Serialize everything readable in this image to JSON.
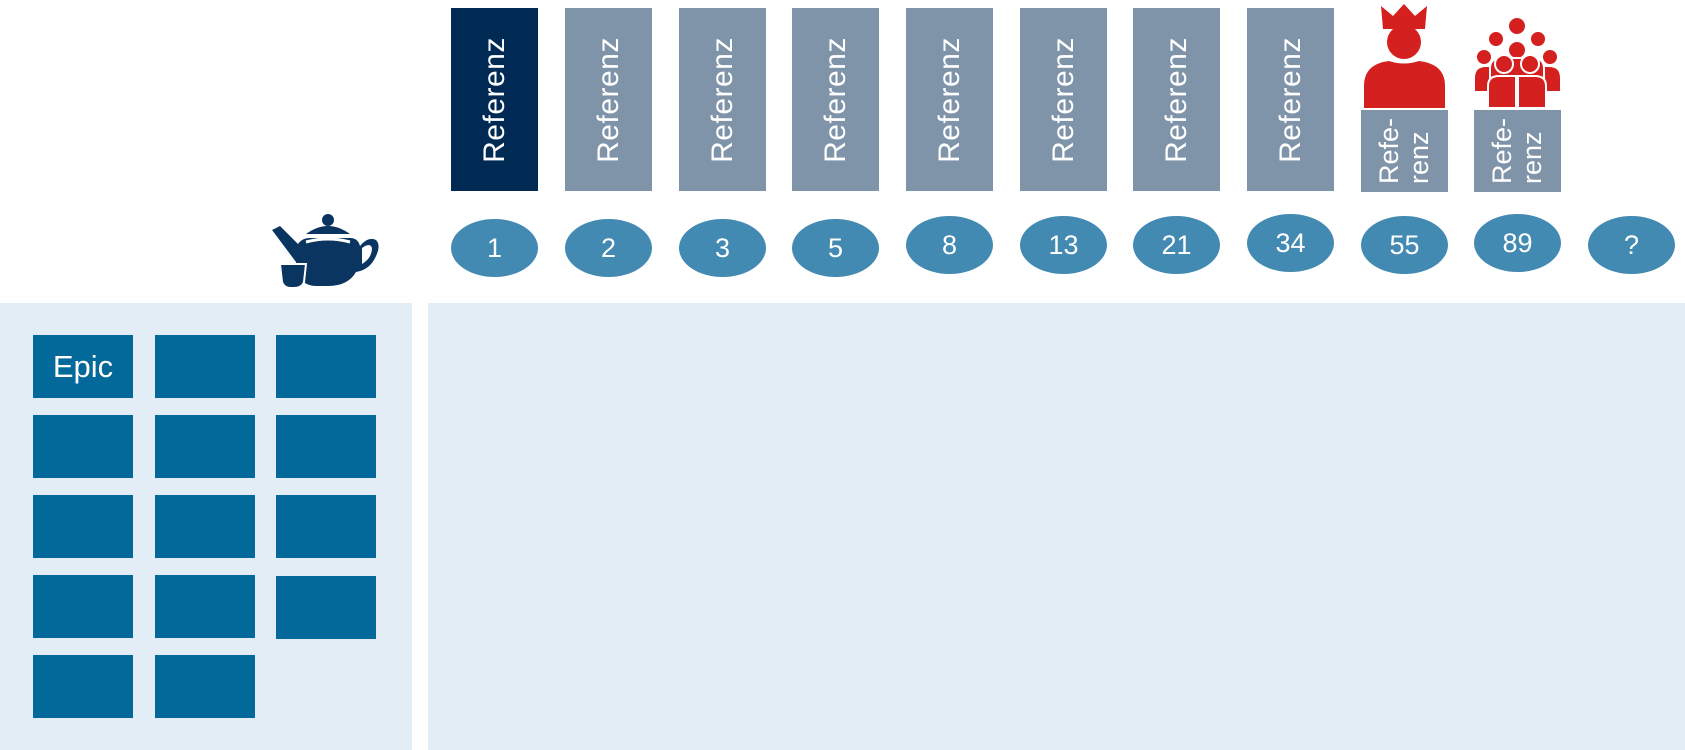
{
  "colors": {
    "reference_active": "#002a54",
    "reference_default": "#7f94a9",
    "estimate_bubble": "#428ab1",
    "epic_card": "#02699a",
    "panel_background": "#e2edf6",
    "role_icon": "#d4201f",
    "teapot_icon": "#0b3561"
  },
  "header": {
    "break_icon": "teapot-icon",
    "reference_cards": [
      {
        "label": "Referenz",
        "active": true
      },
      {
        "label": "Referenz",
        "active": false
      },
      {
        "label": "Referenz",
        "active": false
      },
      {
        "label": "Referenz",
        "active": false
      },
      {
        "label": "Referenz",
        "active": false
      },
      {
        "label": "Referenz",
        "active": false
      },
      {
        "label": "Referenz",
        "active": false
      },
      {
        "label": "Referenz",
        "active": false
      },
      {
        "label": "Refe-\nrenz",
        "icon": "product-owner-crown-icon"
      },
      {
        "label": "Refe-\nrenz",
        "icon": "team-group-icon"
      }
    ],
    "estimates": [
      "1",
      "2",
      "3",
      "5",
      "8",
      "13",
      "21",
      "34",
      "55",
      "89",
      "?"
    ]
  },
  "backlog": {
    "epics": [
      {
        "label": "Epic"
      },
      {
        "label": ""
      },
      {
        "label": ""
      },
      {
        "label": ""
      },
      {
        "label": ""
      },
      {
        "label": ""
      },
      {
        "label": ""
      },
      {
        "label": ""
      },
      {
        "label": ""
      },
      {
        "label": ""
      },
      {
        "label": ""
      },
      {
        "label": ""
      },
      {
        "label": ""
      },
      {
        "label": ""
      }
    ]
  }
}
